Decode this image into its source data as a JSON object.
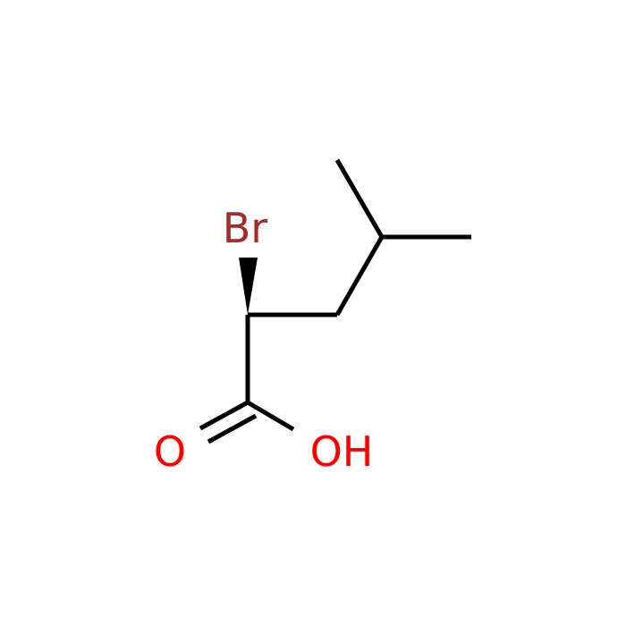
{
  "molecule": {
    "atoms": {
      "bromine": {
        "label": "Br",
        "color": "#a52a2a"
      },
      "carbonyl_oxygen": {
        "label": "O",
        "color": "#ff0000"
      },
      "hydroxyl": {
        "label": "OH",
        "color": "#ff0000"
      }
    },
    "bond_color": "#000000",
    "stereo_bond": "wedge"
  }
}
